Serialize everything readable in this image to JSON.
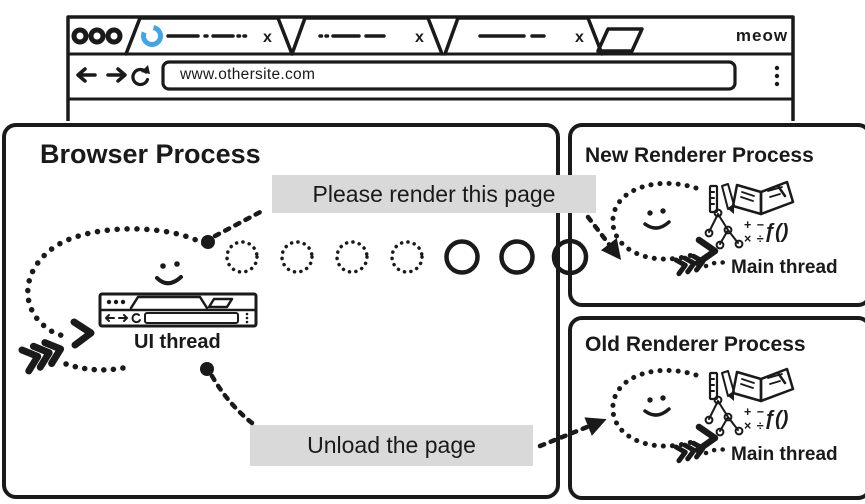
{
  "colors": {
    "ink": "#1a1a1a",
    "message_label_bg": "#d9d9d9",
    "spinner_blue": "#42a5e8"
  },
  "chrome": {
    "brand": "meow",
    "url_value": "www.othersite.com",
    "tab_close_glyph": "x"
  },
  "processes": {
    "browser": {
      "title": "Browser Process",
      "thread": "UI thread"
    },
    "new_renderer": {
      "title": "New Renderer Process",
      "thread": "Main thread"
    },
    "old_renderer": {
      "title": "Old Renderer Process",
      "thread": "Main thread"
    }
  },
  "messages": {
    "please_render": "Please render this page",
    "unload": "Unload the page"
  },
  "glyphs": {
    "math_row1": "+ −",
    "math_row2": "× ÷",
    "function": "ƒ()"
  }
}
